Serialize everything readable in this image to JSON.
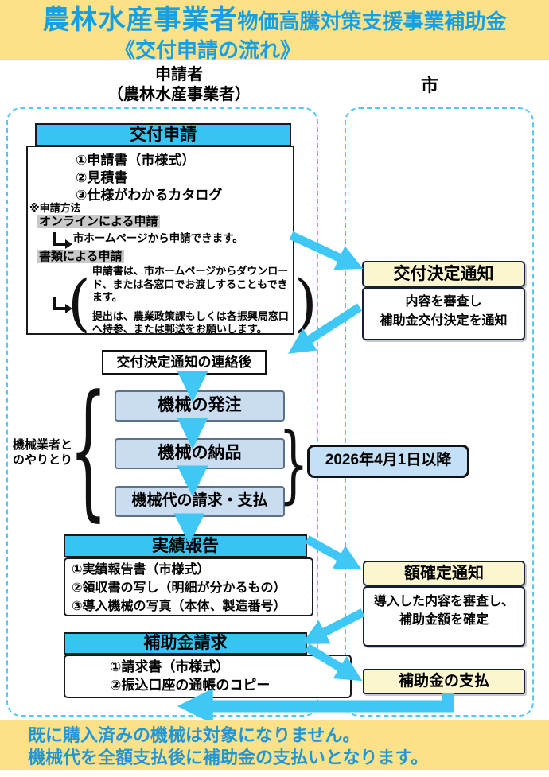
{
  "header": {
    "title_main": "農林水産事業者",
    "title_sub": "物価高騰対策支援事業補助金",
    "title_line2": "《交付申請の流れ》"
  },
  "columns": {
    "applicant_line1": "申請者",
    "applicant_line2": "（農林水産事業者）",
    "city": "市"
  },
  "grant_application": {
    "title": "交付申請",
    "items": [
      "①申請書（市様式）",
      "②見積書",
      "③仕様がわかるカタログ"
    ],
    "method_label": "※申請方法",
    "online_label": "オンラインによる申請",
    "online_note": "市ホームページから申請できます。",
    "paper_label": "書類による申請",
    "paper_note1": "申請書は、市ホームページからダウンロード、または各窓口でお渡しすることもできます。",
    "paper_note2": "提出は、農業政策課もしくは各振興局窓口へ持参、または郵送をお願いします。"
  },
  "grant_decision": {
    "title": "交付決定通知",
    "body_line1": "内容を審査し",
    "body_line2": "補助金交付決定を通知"
  },
  "after_notice": "交付決定通知の連絡後",
  "machine_steps": [
    "機械の発注",
    "機械の納品",
    "機械代の請求・支払"
  ],
  "dealer_label_line1": "機械業者と",
  "dealer_label_line2": "のやりとり",
  "date_note": "2026年4月1日以降",
  "performance_report": {
    "title": "実績報告",
    "items": [
      "①実績報告書（市様式）",
      "②領収書の写し（明細が分かるもの）",
      "③導入機械の写真（本体、製造番号）"
    ]
  },
  "amount_decision": {
    "title": "額確定通知",
    "body_line1": "導入した内容を審査し、",
    "body_line2": "補助金額を確定"
  },
  "subsidy_claim": {
    "title": "補助金請求",
    "items": [
      "①請求書（市様式）",
      "②振込口座の通帳のコピー"
    ]
  },
  "subsidy_payment": "補助金の支払",
  "footer": {
    "line1": "既に購入済みの機械は対象になりません。",
    "line2": "機械代を全額支払後に補助金の支払いとなります。"
  },
  "colors": {
    "band_yellow": "#FBE289",
    "title_blue": "#179FE4",
    "section_cyan": "#38C4F2",
    "arrow_cyan": "#3FC8F5",
    "cream": "#FBF6D0",
    "machine_blue": "#CADCF0",
    "date_blue": "#C4E0F6",
    "lane_dash": "#55C8F2",
    "highlight_gray": "#C9C9C9"
  }
}
